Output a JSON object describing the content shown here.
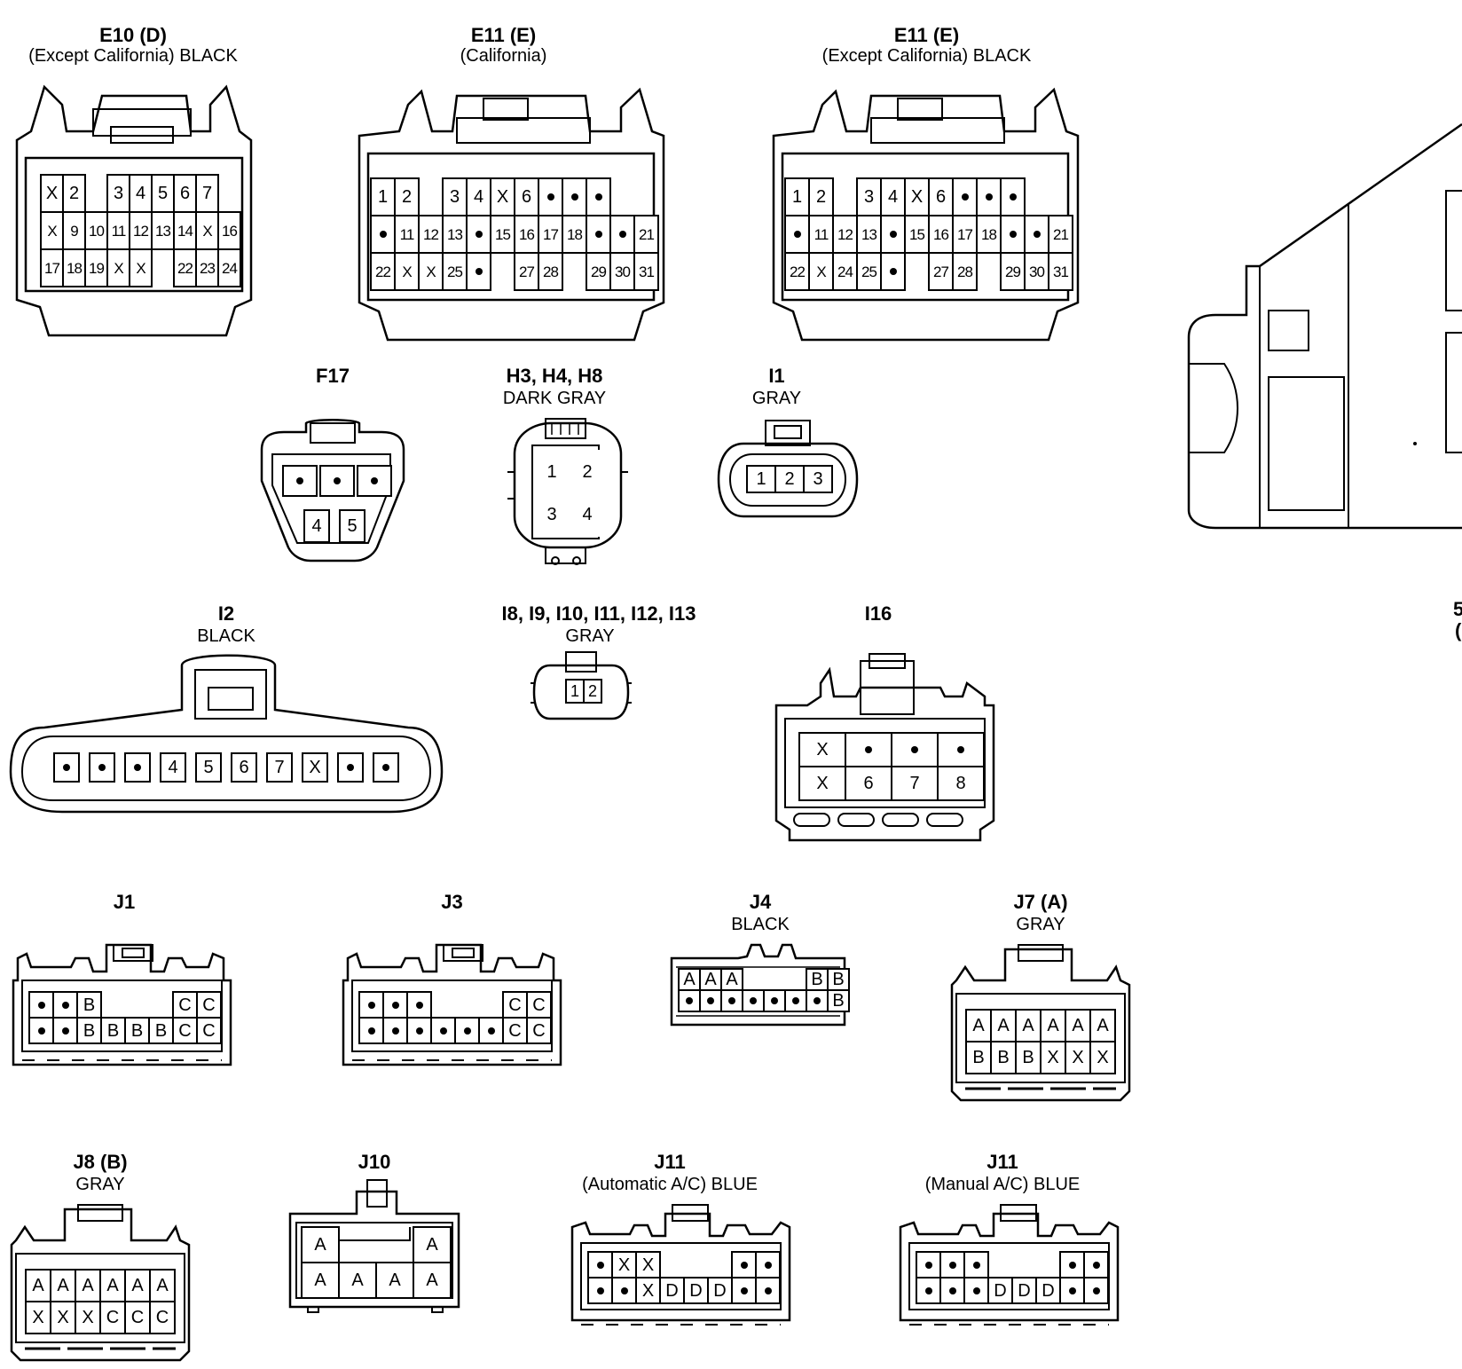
{
  "connectors": [
    {
      "id": "e10",
      "title": "E10 (D)",
      "subtitle": "(Except California)  BLACK",
      "cols": 8,
      "rows": [
        [
          "X",
          "2",
          "",
          "3",
          "4",
          "5",
          "6",
          "7"
        ],
        [
          "X",
          "9",
          "10",
          "11",
          "12",
          "13",
          "14",
          "X",
          "16"
        ],
        [
          "17",
          "18",
          "19",
          "X",
          "X",
          "",
          "22",
          "23",
          "24"
        ]
      ]
    },
    {
      "id": "e11-cal",
      "title": "E11 (E)",
      "subtitle": "(California)",
      "cols": 11,
      "rows": [
        [
          "1",
          "2",
          "",
          "3",
          "4",
          "X",
          "6",
          "•",
          "•",
          "•"
        ],
        [
          "•",
          "11",
          "12",
          "13",
          "•",
          "15",
          "16",
          "17",
          "18",
          "•",
          "•",
          "21"
        ],
        [
          "22",
          "X",
          "X",
          "25",
          "•",
          "",
          "27",
          "28",
          "",
          "29",
          "30",
          "31"
        ]
      ]
    },
    {
      "id": "e11-exc",
      "title": "E11 (E)",
      "subtitle": "(Except California)  BLACK",
      "cols": 11,
      "rows": [
        [
          "1",
          "2",
          "",
          "3",
          "4",
          "X",
          "6",
          "•",
          "•",
          "•"
        ],
        [
          "•",
          "11",
          "12",
          "13",
          "•",
          "15",
          "16",
          "17",
          "18",
          "•",
          "•",
          "21"
        ],
        [
          "22",
          "X",
          "24",
          "25",
          "•",
          "",
          "27",
          "28",
          "",
          "29",
          "30",
          "31"
        ]
      ]
    },
    {
      "id": "f17",
      "title": "F17",
      "subtitle": "",
      "rows": [
        [
          "•",
          "•",
          "•"
        ],
        [
          "4",
          "5"
        ]
      ]
    },
    {
      "id": "h3",
      "title": "H3, H4, H8",
      "subtitle": "DARK GRAY",
      "rows": [
        [
          "1",
          "2"
        ],
        [
          "3",
          "4"
        ]
      ]
    },
    {
      "id": "i1",
      "title": "I1",
      "subtitle": "GRAY",
      "rows": [
        [
          "1",
          "2",
          "3"
        ]
      ]
    },
    {
      "id": "i2",
      "title": "I2",
      "subtitle": "BLACK",
      "rows": [
        [
          "•",
          "•",
          "•",
          "4",
          "5",
          "6",
          "7",
          "X",
          "•",
          "•"
        ]
      ]
    },
    {
      "id": "i8",
      "title": "I8, I9, I10, I11, I12, I13",
      "subtitle": "GRAY",
      "rows": [
        [
          "1",
          "2"
        ]
      ]
    },
    {
      "id": "i16",
      "title": "I16",
      "subtitle": "",
      "rows": [
        [
          "X",
          "•",
          "•",
          "•"
        ],
        [
          "X",
          "6",
          "7",
          "8"
        ]
      ]
    },
    {
      "id": "j1",
      "title": "J1",
      "subtitle": "",
      "rows": [
        [
          "•",
          "•",
          "B",
          "",
          "",
          "",
          "C",
          "C"
        ],
        [
          "•",
          "•",
          "B",
          "B",
          "B",
          "B",
          "C",
          "C"
        ]
      ]
    },
    {
      "id": "j3",
      "title": "J3",
      "subtitle": "",
      "rows": [
        [
          "•",
          "•",
          "•",
          "",
          "",
          "",
          "C",
          "C"
        ],
        [
          "•",
          "•",
          "•",
          "•",
          "•",
          "•",
          "C",
          "C"
        ]
      ]
    },
    {
      "id": "j4",
      "title": "J4",
      "subtitle": "BLACK",
      "rows": [
        [
          "A",
          "A",
          "A",
          "",
          "",
          "",
          "B",
          "B"
        ],
        [
          "•",
          "•",
          "•",
          "•",
          "•",
          "•",
          "•",
          "B"
        ]
      ]
    },
    {
      "id": "j7",
      "title": "J7 (A)",
      "subtitle": "GRAY",
      "rows": [
        [
          "A",
          "A",
          "A",
          "A",
          "A",
          "A"
        ],
        [
          "B",
          "B",
          "B",
          "X",
          "X",
          "X"
        ]
      ]
    },
    {
      "id": "j8",
      "title": "J8 (B)",
      "subtitle": "GRAY",
      "rows": [
        [
          "A",
          "A",
          "A",
          "A",
          "A",
          "A"
        ],
        [
          "X",
          "X",
          "X",
          "C",
          "C",
          "C"
        ]
      ]
    },
    {
      "id": "j10",
      "title": "J10",
      "subtitle": "",
      "rows": [
        [
          "A",
          "",
          "",
          "",
          "A"
        ],
        [
          "A",
          "A",
          "A",
          "A"
        ]
      ]
    },
    {
      "id": "j11-auto",
      "title": "J11",
      "subtitle": "(Automatic A/C)  BLUE",
      "rows": [
        [
          "•",
          "X",
          "X",
          "",
          "",
          "",
          "•",
          "•"
        ],
        [
          "•",
          "•",
          "X",
          "D",
          "D",
          "D",
          "•",
          "•"
        ]
      ]
    },
    {
      "id": "j11-man",
      "title": "J11",
      "subtitle": "(Manual A/C)  BLUE",
      "rows": [
        [
          "•",
          "•",
          "•",
          "",
          "",
          "",
          "•",
          "•"
        ],
        [
          "•",
          "•",
          "•",
          "D",
          "D",
          "D",
          "•",
          "•"
        ]
      ]
    }
  ],
  "right_edge_text": [
    "5",
    "("
  ]
}
